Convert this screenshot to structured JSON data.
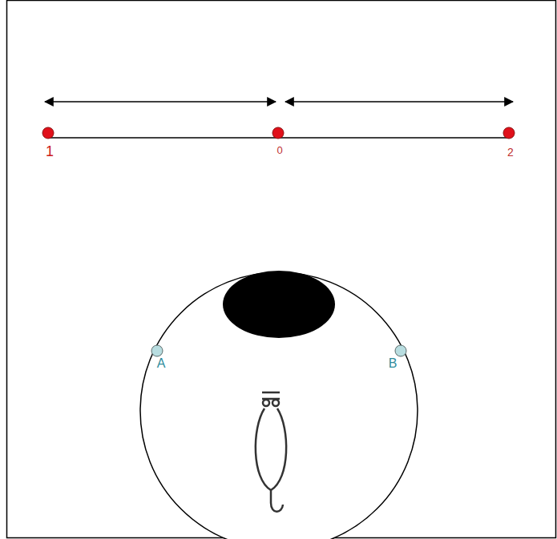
{
  "diagram": {
    "labels": [
      "1",
      "0",
      "2",
      "A",
      "B"
    ]
  }
}
